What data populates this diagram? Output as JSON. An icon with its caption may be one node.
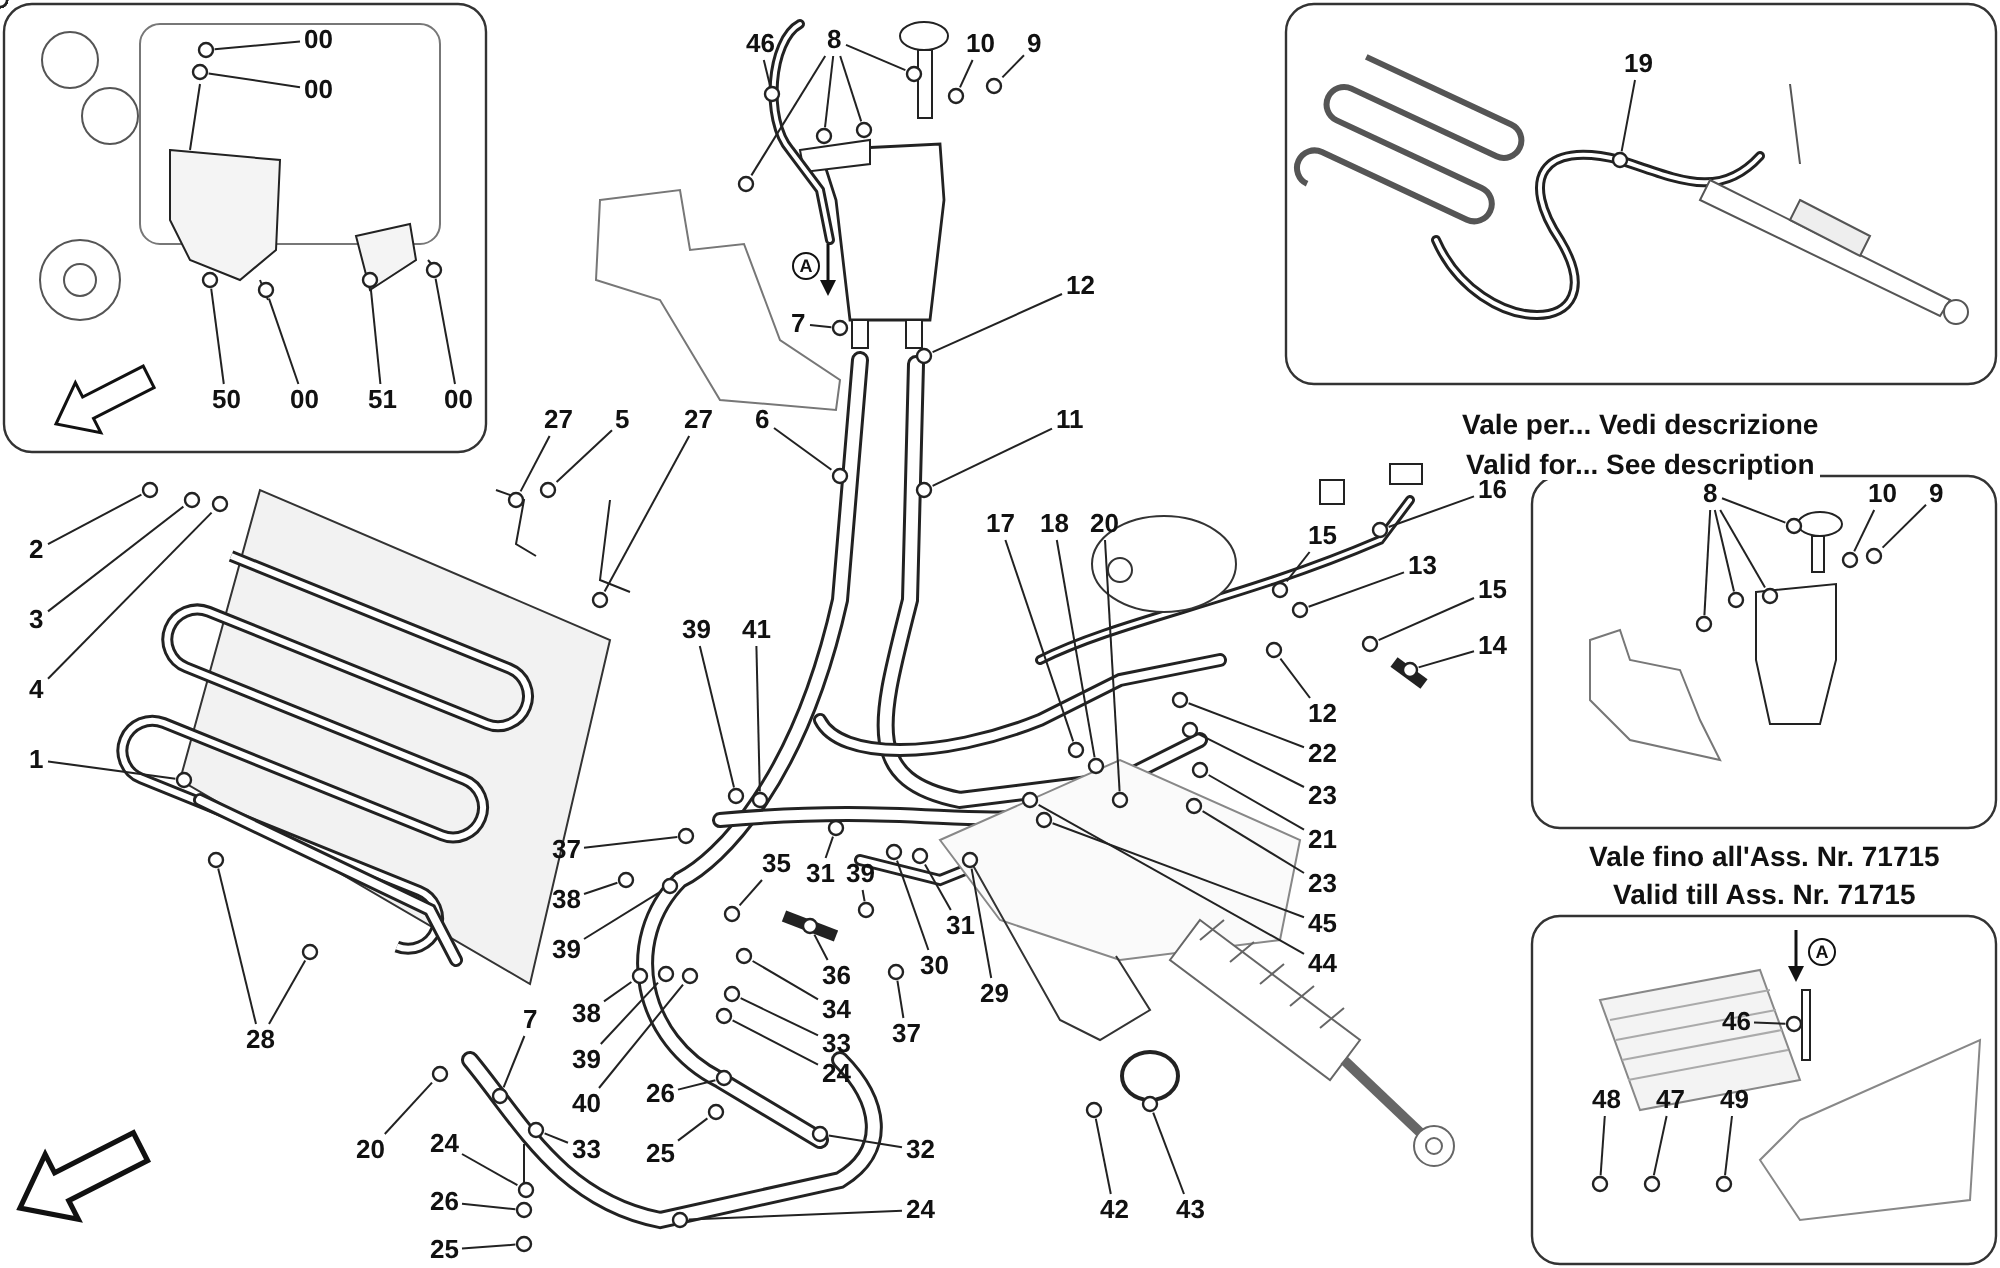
{
  "diagram": {
    "nodes": [
      {
        "text": [
          "00"
        ]
      },
      {
        "text": [
          "00"
        ]
      },
      {
        "text": [
          "50"
        ]
      },
      {
        "text": [
          "00"
        ]
      },
      {
        "text": [
          "51"
        ]
      },
      {
        "text": [
          "00"
        ]
      },
      {
        "text": [
          "46"
        ]
      },
      {
        "text": [
          "8"
        ]
      },
      {
        "text": [
          "10"
        ]
      },
      {
        "text": [
          "9"
        ]
      },
      {
        "text": [
          "19"
        ]
      },
      {
        "text": [
          "7"
        ]
      },
      {
        "text": [
          "12"
        ]
      },
      {
        "text": [
          "6"
        ]
      },
      {
        "text": [
          "11"
        ]
      },
      {
        "text": [
          "27"
        ]
      },
      {
        "text": [
          "5"
        ]
      },
      {
        "text": [
          "27"
        ]
      },
      {
        "text": [
          "16"
        ]
      },
      {
        "text": [
          "8"
        ]
      },
      {
        "text": [
          "10"
        ]
      },
      {
        "text": [
          "9"
        ]
      },
      {
        "text": [
          "17"
        ]
      },
      {
        "text": [
          "18"
        ]
      },
      {
        "text": [
          "20"
        ]
      },
      {
        "text": [
          "15"
        ]
      },
      {
        "text": [
          "2"
        ]
      },
      {
        "text": [
          "15"
        ]
      },
      {
        "text": [
          "13"
        ]
      },
      {
        "text": [
          "3"
        ]
      },
      {
        "text": [
          "39"
        ]
      },
      {
        "text": [
          "41"
        ]
      },
      {
        "text": [
          "14"
        ]
      },
      {
        "text": [
          "4"
        ]
      },
      {
        "text": [
          "12"
        ]
      },
      {
        "text": [
          "22"
        ]
      },
      {
        "text": [
          "1"
        ]
      },
      {
        "text": [
          "23"
        ]
      },
      {
        "text": [
          "21"
        ]
      },
      {
        "text": [
          "37"
        ]
      },
      {
        "text": [
          "35"
        ]
      },
      {
        "text": [
          "31"
        ]
      },
      {
        "text": [
          "39"
        ]
      },
      {
        "text": [
          "23"
        ]
      },
      {
        "text": [
          "38"
        ]
      },
      {
        "text": [
          "45"
        ]
      },
      {
        "text": [
          "31"
        ]
      },
      {
        "text": [
          "39"
        ]
      },
      {
        "text": [
          "44"
        ]
      },
      {
        "text": [
          "30"
        ]
      },
      {
        "text": [
          "36"
        ]
      },
      {
        "text": [
          "29"
        ]
      },
      {
        "text": [
          "34"
        ]
      },
      {
        "text": [
          "38"
        ]
      },
      {
        "text": [
          "7"
        ]
      },
      {
        "text": [
          "46"
        ]
      },
      {
        "text": [
          "37"
        ]
      },
      {
        "text": [
          "28"
        ]
      },
      {
        "text": [
          "33"
        ]
      },
      {
        "text": [
          "39"
        ]
      },
      {
        "text": [
          "24"
        ]
      },
      {
        "text": [
          "26"
        ]
      },
      {
        "text": [
          "48"
        ]
      },
      {
        "text": [
          "47"
        ]
      },
      {
        "text": [
          "49"
        ]
      },
      {
        "text": [
          "40"
        ]
      },
      {
        "text": [
          "20"
        ]
      },
      {
        "text": [
          "24"
        ]
      },
      {
        "text": [
          "33"
        ]
      },
      {
        "text": [
          "25"
        ]
      },
      {
        "text": [
          "32"
        ]
      },
      {
        "text": [
          "26"
        ]
      },
      {
        "text": [
          "24"
        ]
      },
      {
        "text": [
          "42"
        ]
      },
      {
        "text": [
          "43"
        ]
      },
      {
        "text": [
          "25"
        ]
      },
      {
        "text": [],
        "shape": "circle"
      },
      {
        "text": [],
        "shape": "circle"
      },
      {
        "text": [],
        "shape": "circle"
      },
      {
        "text": [],
        "shape": "circle"
      },
      {
        "text": [],
        "shape": "circle"
      },
      {
        "text": [],
        "shape": "circle"
      },
      {
        "text": [],
        "shape": "circle"
      },
      {
        "text": [],
        "shape": "circle"
      },
      {
        "text": [],
        "shape": "circle"
      },
      {
        "text": [],
        "shape": "circle"
      },
      {
        "text": [],
        "shape": "circle"
      },
      {
        "text": [],
        "shape": "circle"
      },
      {
        "text": [],
        "shape": "circle"
      },
      {
        "text": [],
        "shape": "circle"
      },
      {
        "text": [],
        "shape": "circle"
      },
      {
        "text": [],
        "shape": "circle"
      },
      {
        "text": [],
        "shape": "circle"
      },
      {
        "text": [],
        "shape": "circle"
      },
      {
        "text": [],
        "shape": "circle"
      },
      {
        "text": [],
        "shape": "circle"
      },
      {
        "text": [],
        "shape": "circle"
      },
      {
        "text": [],
        "shape": "circle"
      },
      {
        "text": [],
        "shape": "circle"
      },
      {
        "text": [],
        "shape": "circle"
      },
      {
        "text": [],
        "shape": "circle"
      },
      {
        "text": [],
        "shape": "circle"
      },
      {
        "text": [],
        "shape": "circle"
      },
      {
        "text": [],
        "shape": "circle"
      },
      {
        "text": [],
        "shape": "circle"
      },
      {
        "text": [],
        "shape": "circle"
      },
      {
        "text": [],
        "shape": "circle"
      },
      {
        "text": [],
        "shape": "circle"
      },
      {
        "text": [],
        "shape": "circle"
      },
      {
        "text": [],
        "shape": "circle"
      },
      {
        "text": [],
        "shape": "circle"
      },
      {
        "text": [],
        "shape": "circle"
      },
      {
        "text": [],
        "shape": "circle"
      },
      {
        "text": [],
        "shape": "circle"
      },
      {
        "text": [],
        "shape": "circle"
      },
      {
        "text": [],
        "shape": "circle"
      },
      {
        "text": [],
        "shape": "circle"
      },
      {
        "text": [],
        "shape": "circle"
      },
      {
        "text": [],
        "shape": "circle"
      },
      {
        "text": [],
        "shape": "circle"
      },
      {
        "text": [],
        "shape": "circle"
      },
      {
        "text": [],
        "shape": "circle"
      },
      {
        "text": [],
        "shape": "circle"
      },
      {
        "text": [],
        "shape": "circle"
      },
      {
        "text": [],
        "shape": "circle"
      },
      {
        "text": [],
        "shape": "circle"
      },
      {
        "text": [],
        "shape": "circle"
      },
      {
        "text": [],
        "shape": "circle"
      },
      {
        "text": [],
        "shape": "circle"
      },
      {
        "text": [],
        "shape": "circle"
      },
      {
        "text": [],
        "shape": "circle"
      },
      {
        "text": [],
        "shape": "circle"
      },
      {
        "text": [],
        "shape": "circle"
      },
      {
        "text": [],
        "shape": "circle"
      },
      {
        "text": [],
        "shape": "circle"
      },
      {
        "text": [],
        "shape": "circle"
      },
      {
        "text": [],
        "shape": "circle"
      },
      {
        "text": [],
        "shape": "circle"
      },
      {
        "text": [],
        "shape": "circle"
      },
      {
        "text": [],
        "shape": "circle"
      },
      {
        "text": [],
        "shape": "circle"
      },
      {
        "text": [],
        "shape": "circle"
      },
      {
        "text": [],
        "shape": "circle"
      },
      {
        "text": [],
        "shape": "circle"
      },
      {
        "text": [],
        "shape": "circle"
      },
      {
        "text": [],
        "shape": "circle"
      },
      {
        "text": [],
        "shape": "circle"
      },
      {
        "text": [],
        "shape": "circle"
      },
      {
        "text": [],
        "shape": "circle"
      },
      {
        "text": [],
        "shape": "circle"
      },
      {
        "text": [],
        "shape": "circle"
      },
      {
        "text": [],
        "shape": "circle"
      },
      {
        "text": [],
        "shape": "circle"
      },
      {
        "text": [],
        "shape": "circle"
      },
      {
        "text": [],
        "shape": "circle"
      },
      {
        "text": [],
        "shape": "circle"
      },
      {
        "text": [],
        "shape": "circle"
      },
      {
        "text": [],
        "shape": "circle"
      },
      {
        "text": [],
        "shape": "circle"
      },
      {
        "text": [],
        "shape": "circle"
      },
      {
        "text": [],
        "shape": "circle"
      },
      {
        "text": [],
        "shape": "circle"
      },
      {
        "text": [],
        "shape": "circle"
      },
      {
        "text": [],
        "shape": "circle"
      },
      {
        "text": [],
        "shape": "circle"
      },
      {
        "text": [],
        "shape": "circle"
      },
      {
        "text": [],
        "shape": "circle"
      },
      {
        "text": [],
        "shape": "circle"
      },
      {
        "text": [],
        "shape": "circle"
      }
    ],
    "edges": [
      {
        "from": 0,
        "to": 76,
        "arrow": "none"
      },
      {
        "from": 1,
        "to": 77,
        "arrow": "none"
      },
      {
        "from": 2,
        "to": 78,
        "arrow": "none"
      },
      {
        "from": 3,
        "to": 79,
        "arrow": "none"
      },
      {
        "from": 4,
        "to": 80,
        "arrow": "none"
      },
      {
        "from": 5,
        "to": 81,
        "arrow": "none"
      },
      {
        "from": 6,
        "to": 82,
        "arrow": "none"
      },
      {
        "from": 7,
        "to": 83,
        "arrow": "none"
      },
      {
        "from": 7,
        "to": 84,
        "arrow": "none"
      },
      {
        "from": 7,
        "to": 85,
        "arrow": "none"
      },
      {
        "from": 7,
        "to": 86,
        "arrow": "none"
      },
      {
        "from": 8,
        "to": 87,
        "arrow": "none"
      },
      {
        "from": 9,
        "to": 88,
        "arrow": "none"
      },
      {
        "from": 10,
        "to": 89,
        "arrow": "none"
      },
      {
        "from": 11,
        "to": 90,
        "arrow": "none"
      },
      {
        "from": 12,
        "to": 91,
        "arrow": "none"
      },
      {
        "from": 13,
        "to": 92,
        "arrow": "none"
      },
      {
        "from": 14,
        "to": 93,
        "arrow": "none"
      },
      {
        "from": 15,
        "to": 94,
        "arrow": "none"
      },
      {
        "from": 16,
        "to": 95,
        "arrow": "none"
      },
      {
        "from": 17,
        "to": 96,
        "arrow": "none"
      },
      {
        "from": 18,
        "to": 97,
        "arrow": "none"
      },
      {
        "from": 19,
        "to": 98,
        "arrow": "none"
      },
      {
        "from": 19,
        "to": 99,
        "arrow": "none"
      },
      {
        "from": 19,
        "to": 100,
        "arrow": "none"
      },
      {
        "from": 19,
        "to": 101,
        "arrow": "none"
      },
      {
        "from": 20,
        "to": 102,
        "arrow": "none"
      },
      {
        "from": 21,
        "to": 103,
        "arrow": "none"
      },
      {
        "from": 22,
        "to": 104,
        "arrow": "none"
      },
      {
        "from": 23,
        "to": 105,
        "arrow": "none"
      },
      {
        "from": 24,
        "to": 106,
        "arrow": "none"
      },
      {
        "from": 25,
        "to": 107,
        "arrow": "none"
      },
      {
        "from": 26,
        "to": 108,
        "arrow": "none"
      },
      {
        "from": 27,
        "to": 109,
        "arrow": "none"
      },
      {
        "from": 28,
        "to": 110,
        "arrow": "none"
      },
      {
        "from": 29,
        "to": 111,
        "arrow": "none"
      },
      {
        "from": 30,
        "to": 112,
        "arrow": "none"
      },
      {
        "from": 31,
        "to": 113,
        "arrow": "none"
      },
      {
        "from": 32,
        "to": 114,
        "arrow": "none"
      },
      {
        "from": 33,
        "to": 115,
        "arrow": "none"
      },
      {
        "from": 34,
        "to": 116,
        "arrow": "none"
      },
      {
        "from": 35,
        "to": 117,
        "arrow": "none"
      },
      {
        "from": 36,
        "to": 118,
        "arrow": "none"
      },
      {
        "from": 37,
        "to": 119,
        "arrow": "none"
      },
      {
        "from": 38,
        "to": 120,
        "arrow": "none"
      },
      {
        "from": 39,
        "to": 121,
        "arrow": "none"
      },
      {
        "from": 40,
        "to": 122,
        "arrow": "none"
      },
      {
        "from": 41,
        "to": 123,
        "arrow": "none"
      },
      {
        "from": 42,
        "to": 124,
        "arrow": "none"
      },
      {
        "from": 43,
        "to": 125,
        "arrow": "none"
      },
      {
        "from": 44,
        "to": 126,
        "arrow": "none"
      },
      {
        "from": 45,
        "to": 127,
        "arrow": "none"
      },
      {
        "from": 46,
        "to": 128,
        "arrow": "none"
      },
      {
        "from": 47,
        "to": 129,
        "arrow": "none"
      },
      {
        "from": 48,
        "to": 130,
        "arrow": "none"
      },
      {
        "from": 49,
        "to": 131,
        "arrow": "none"
      },
      {
        "from": 50,
        "to": 132,
        "arrow": "none"
      },
      {
        "from": 51,
        "to": 133,
        "arrow": "none"
      },
      {
        "from": 52,
        "to": 134,
        "arrow": "none"
      },
      {
        "from": 53,
        "to": 135,
        "arrow": "none"
      },
      {
        "from": 54,
        "to": 136,
        "arrow": "none"
      },
      {
        "from": 55,
        "to": 137,
        "arrow": "none"
      },
      {
        "from": 56,
        "to": 138,
        "arrow": "none"
      },
      {
        "from": 57,
        "to": 139,
        "arrow": "none"
      },
      {
        "from": 57,
        "to": 140,
        "arrow": "none"
      },
      {
        "from": 58,
        "to": 141,
        "arrow": "none"
      },
      {
        "from": 59,
        "to": 142,
        "arrow": "none"
      },
      {
        "from": 60,
        "to": 143,
        "arrow": "none"
      },
      {
        "from": 61,
        "to": 144,
        "arrow": "none"
      },
      {
        "from": 62,
        "to": 145,
        "arrow": "none"
      },
      {
        "from": 63,
        "to": 146,
        "arrow": "none"
      },
      {
        "from": 64,
        "to": 147,
        "arrow": "none"
      },
      {
        "from": 65,
        "to": 148,
        "arrow": "none"
      },
      {
        "from": 66,
        "to": 149,
        "arrow": "none"
      },
      {
        "from": 67,
        "to": 150,
        "arrow": "none"
      },
      {
        "from": 68,
        "to": 151,
        "arrow": "none"
      },
      {
        "from": 69,
        "to": 152,
        "arrow": "none"
      },
      {
        "from": 70,
        "to": 153,
        "arrow": "none"
      },
      {
        "from": 71,
        "to": 154,
        "arrow": "none"
      },
      {
        "from": 72,
        "to": 155,
        "arrow": "none"
      },
      {
        "from": 73,
        "to": 156,
        "arrow": "none"
      },
      {
        "from": 74,
        "to": 157,
        "arrow": "none"
      },
      {
        "from": 75,
        "to": 158,
        "arrow": "none"
      }
    ],
    "labels": [
      "A",
      "Vale per... Vedi descrizione",
      "Valid for... See description",
      "Vale fino all'Ass. Nr. 71715",
      "Valid till Ass. Nr. 71715",
      "A"
    ]
  }
}
